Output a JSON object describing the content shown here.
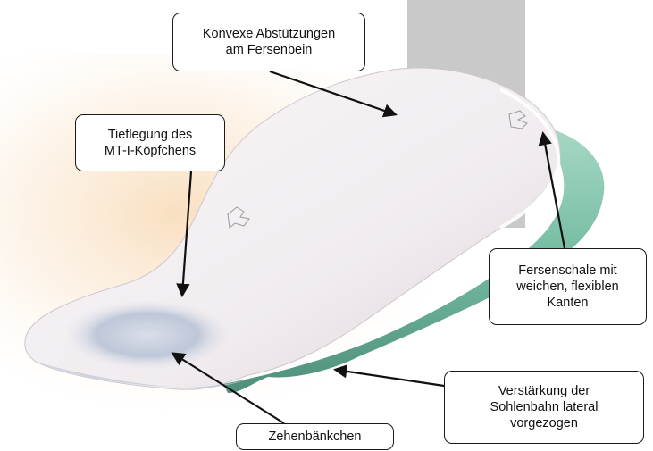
{
  "labels": {
    "heel_support": [
      "Konvexe Abstützungen",
      "am Fersenbein"
    ],
    "mt1_head": [
      "Tieflegung des",
      "MT-I-Köpfchens"
    ],
    "heel_cup": [
      "Fersenschale mit",
      "weichen, flexiblen",
      "Kanten"
    ],
    "sole_lateral": [
      "Verstärkung der",
      "Sohlenbahn lateral",
      "vorgezogen"
    ],
    "toe_bar": [
      "Zehenbänkchen"
    ]
  },
  "colors": {
    "background_panel": "#c9c9c9",
    "insole_top": "#f3eff1",
    "insole_shadow": "#d9d2d8",
    "forefoot_tint": "#b9c4d6",
    "foam_layer": "#7fc3ac",
    "foam_dark": "#4d8f7b",
    "arrow": "#111111",
    "orange_glow": "#f4c58c"
  }
}
